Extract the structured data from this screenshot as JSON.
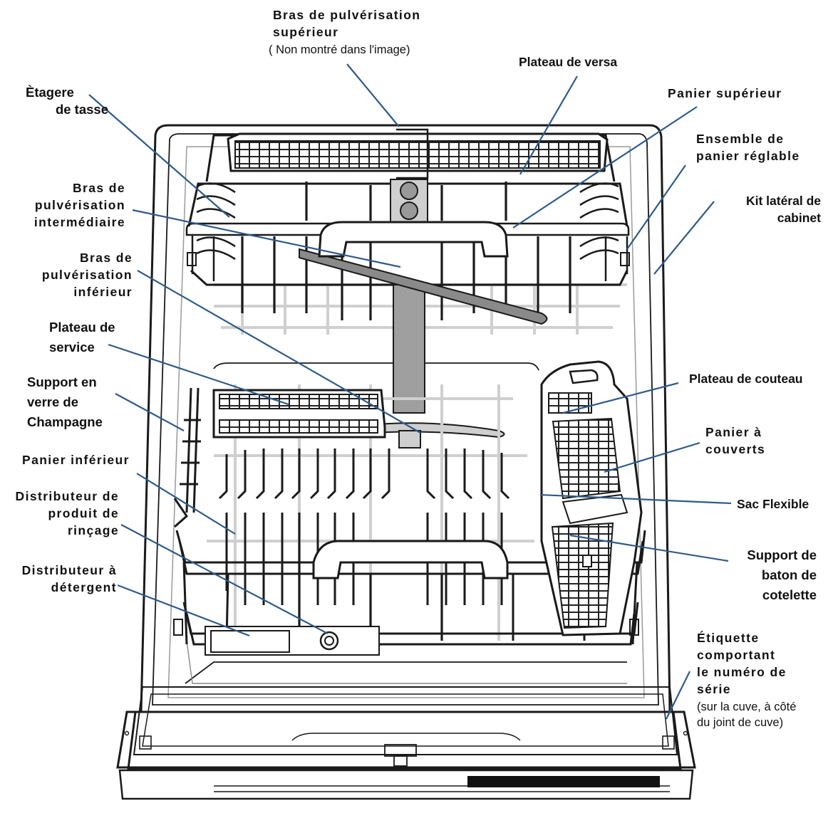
{
  "labels": {
    "upper_spray_arm": {
      "line1": "Bras de pulvérisation",
      "line2": "supérieur",
      "note": "( Non montré dans l'image)"
    },
    "versa_tray": "Plateau de versa",
    "upper_basket": "Panier supérieur",
    "adjustable_basket_assembly": {
      "line1": "Ensemble de",
      "line2": "panier réglable"
    },
    "cabinet_side_kit": {
      "line1": "Kit latéral de",
      "line2": "cabinet"
    },
    "cup_shelf": {
      "line1": "Ètagere",
      "line2": "de tasse"
    },
    "mid_spray_arm": {
      "line1": "Bras de",
      "line2": "pulvérisation",
      "line3": "intermédiaire"
    },
    "lower_spray_arm": {
      "line1": "Bras de",
      "line2": "pulvérisation",
      "line3": "inférieur"
    },
    "serving_tray": {
      "line1": "Plateau de",
      "line2": "service"
    },
    "champagne_holder": {
      "line1": "Support en",
      "line2": "verre de",
      "line3": "Champagne"
    },
    "lower_basket": "Panier inférieur",
    "rinse_aid_dispenser": {
      "line1": "Distributeur de",
      "line2": "produit de",
      "line3": "rinçage"
    },
    "detergent_dispenser": {
      "line1": "Distributeur à",
      "line2": "détergent"
    },
    "knife_tray": "Plateau de couteau",
    "silverware_basket": {
      "line1": "Panier à",
      "line2": "couverts"
    },
    "flexible_bag": "Sac Flexible",
    "chopstick_holder": {
      "line1": "Support de",
      "line2": "baton de",
      "line3": "cotelette"
    },
    "serial_label": {
      "line1": "Étiquette",
      "line2": "comportant",
      "line3": "le numéro de",
      "line4": "série",
      "note1": "(sur la cuve, à côté",
      "note2": "du joint de cuve)"
    }
  },
  "colors": {
    "leader_line": "#2f5b8a",
    "outline": "#1a1a1a",
    "rack_shadow": "#c9c9c9",
    "panel": "#111111"
  }
}
